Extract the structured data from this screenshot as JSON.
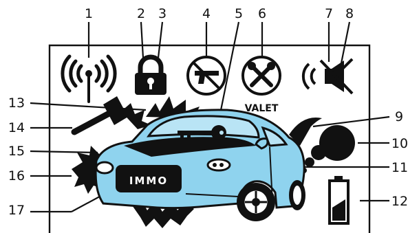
{
  "callouts": {
    "n1": "1",
    "n2": "2",
    "n3": "3",
    "n4": "4",
    "n5": "5",
    "n6": "6",
    "n7": "7",
    "n8": "8",
    "n9": "9",
    "n10": "10",
    "n11": "11",
    "n12": "12",
    "n13": "13",
    "n14": "14",
    "n15": "15",
    "n16": "16",
    "n17": "17"
  },
  "labels": {
    "valet": "VALET",
    "immo": "IMMO"
  },
  "colors": {
    "car_body": "#8fd3ee",
    "ink": "#111111",
    "window": "#b9e4f5"
  },
  "icons": [
    "antenna-signal-icon",
    "padlock-icon",
    "gun-prohibited-icon",
    "valet-tools-icon",
    "speaker-mute-icon",
    "key-icon",
    "hood-open-icon",
    "exhaust-smoke-icon",
    "battery-low-icon",
    "hammer-shock-icon",
    "starburst-flash-icon"
  ]
}
